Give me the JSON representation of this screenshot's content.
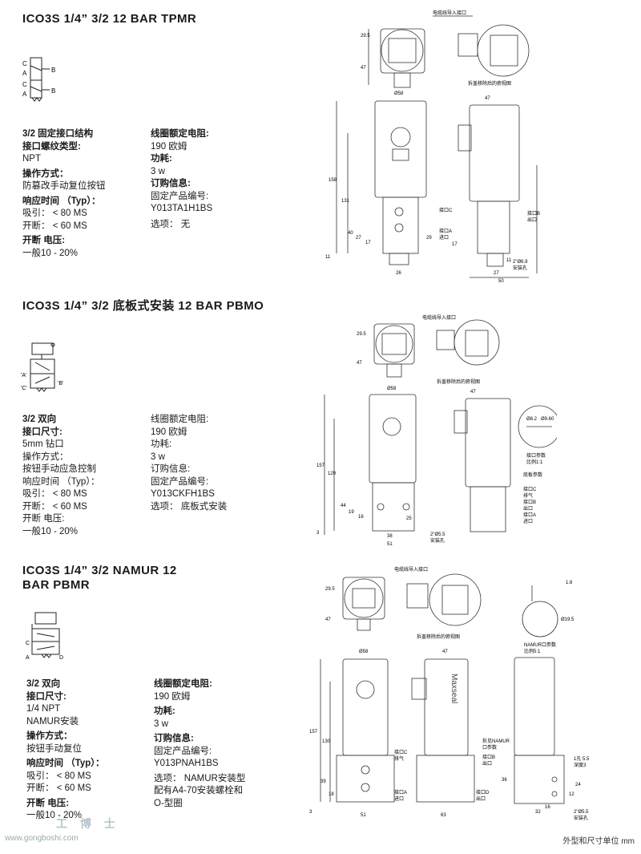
{
  "sections": [
    {
      "title": "ICO3S 1/4”  3/2 12 BAR TPMR",
      "left_col": [
        {
          "t": "3/2 固定接口结构",
          "b": true
        },
        {
          "t": "接口螺纹类型:",
          "b": true
        },
        {
          "t": "NPT",
          "b": false
        },
        {
          "t": "操作方式：",
          "b": true
        },
        {
          "t": "防篡改手动复位按钮",
          "b": false
        },
        {
          "t": "响应时间 （Typ）：",
          "b": true
        },
        {
          "t": "吸引： < 80 MS",
          "b": false
        },
        {
          "t": "开断： < 60 MS",
          "b": false
        },
        {
          "t": "开断 电压:",
          "b": true
        },
        {
          "t": "一般10 - 20%",
          "b": false
        }
      ],
      "right_col": [
        {
          "t": "线圈额定电阻:",
          "b": true
        },
        {
          "t": "190 欧姆",
          "b": false
        },
        {
          "t": "功耗:",
          "b": true
        },
        {
          "t": "3 w",
          "b": false
        },
        {
          "t": "订购信息:",
          "b": true
        },
        {
          "t": "固定产品编号:",
          "b": false
        },
        {
          "t": "Y013TA1H1BS",
          "b": false
        },
        {
          "t": "选项： 无",
          "b": false
        }
      ],
      "drawing_labels": [
        "电缆线导入接口",
        "拆盖移除后的俯视图",
        "Ø58",
        "47",
        "29.5",
        "47",
        "158",
        "131",
        "40",
        "27",
        "17",
        "11",
        "26",
        "29",
        "17",
        "11",
        "27",
        "50",
        "接口C",
        "接口A",
        "进口",
        "接口B",
        "出口",
        "2\"Ø6.9",
        "安装孔"
      ]
    },
    {
      "title": "ICO3S 1/4”  3/2 底板式安装 12 BAR PBMO",
      "left_col": [
        {
          "t": "3/2 双向",
          "b": true
        },
        {
          "t": "接口尺寸:",
          "b": true
        },
        {
          "t": "5mm 钻口",
          "b": false
        },
        {
          "t": "操作方式：",
          "b": false
        },
        {
          "t": "按钮手动应急控制",
          "b": false
        },
        {
          "t": "响应时间 （Typ）：",
          "b": false
        },
        {
          "t": "吸引： < 80 MS",
          "b": false
        },
        {
          "t": "开断： < 60 MS",
          "b": false
        },
        {
          "t": "开断 电压:",
          "b": false
        },
        {
          "t": "一般10 - 20%",
          "b": false
        }
      ],
      "right_col": [
        {
          "t": "线圈额定电阻:",
          "b": false
        },
        {
          "t": "190 欧姆",
          "b": false
        },
        {
          "t": "功耗:",
          "b": false
        },
        {
          "t": "3 w",
          "b": false
        },
        {
          "t": "订购信息:",
          "b": false
        },
        {
          "t": "固定产品编号:",
          "b": false
        },
        {
          "t": "Y013CKFH1BS",
          "b": false
        },
        {
          "t": "选项： 底板式安装",
          "b": false
        }
      ],
      "drawing_labels": [
        "电缆线导入接口",
        "拆盖移除后的俯视图",
        "Ø58",
        "47",
        "29.5",
        "47",
        "157",
        "129",
        "44",
        "19",
        "16",
        "3",
        "38",
        "51",
        "2\"Ø5.5",
        "安装孔",
        "底板参数",
        "接口C",
        "排气",
        "接口B",
        "出口",
        "接口A",
        "进口",
        "Ø8.2",
        "Ø9.60",
        "接口参数",
        "比例1:1",
        "25"
      ]
    },
    {
      "title": "ICO3S 1/4”  3/2 NAMUR 12",
      "title2": "BAR PBMR",
      "left_col": [
        {
          "t": "3/2 双向",
          "b": true
        },
        {
          "t": "接口尺寸:",
          "b": true
        },
        {
          "t": "1/4 NPT",
          "b": false
        },
        {
          "t": "NAMUR安装",
          "b": false
        },
        {
          "t": "操作方式：",
          "b": true
        },
        {
          "t": "按钮手动复位",
          "b": false
        },
        {
          "t": "响应时间 （Typ）：",
          "b": true
        },
        {
          "t": "吸引： < 80 MS",
          "b": false
        },
        {
          "t": "开断： < 60 MS",
          "b": false
        },
        {
          "t": "开断 电压:",
          "b": true
        },
        {
          "t": "一般10 - 20%",
          "b": false
        }
      ],
      "right_col": [
        {
          "t": "线圈额定电阻:",
          "b": true
        },
        {
          "t": "190 欧姆",
          "b": false
        },
        {
          "t": "功耗:",
          "b": true
        },
        {
          "t": "3 w",
          "b": false
        },
        {
          "t": "订购信息:",
          "b": true
        },
        {
          "t": "固定产品编号:",
          "b": false
        },
        {
          "t": "Y013PNAH1BS",
          "b": false
        },
        {
          "t": "选项： NAMUR安装型",
          "b": false
        },
        {
          "t": "配有A4-70安装螺栓和",
          "b": false
        },
        {
          "t": "O-型圈",
          "b": false
        }
      ],
      "drawing_labels": [
        "电缆线导入接口",
        "拆盖移除后的俯视图",
        "Ø58",
        "47",
        "29.5",
        "47",
        "157",
        "130",
        "39",
        "18",
        "3",
        "51",
        "63",
        "1.6",
        "Ø19.5",
        "NAMUR口参数",
        "比例5:1",
        "拆见NAMUR",
        "口参数",
        "接口B",
        "出口",
        "接口C",
        "排气",
        "接口A",
        "进口",
        "接口D",
        "出口",
        "1孔 5.5",
        "深度3",
        "36",
        "24",
        "12",
        "32",
        "16",
        "2\"Ø5.5",
        "安装孔",
        "Maxseal"
      ]
    }
  ],
  "footer": "外型和尺寸单位 mm",
  "watermark": "www.gongboshi.com",
  "watermark_logo": "工 博 士",
  "sym_labels": {
    "s1": [
      "C",
      "A",
      "C",
      "A",
      "B",
      "B"
    ],
    "s2": [
      "'A'",
      "'C'",
      "'B'"
    ],
    "s3": [
      "C",
      "A",
      "D"
    ]
  }
}
